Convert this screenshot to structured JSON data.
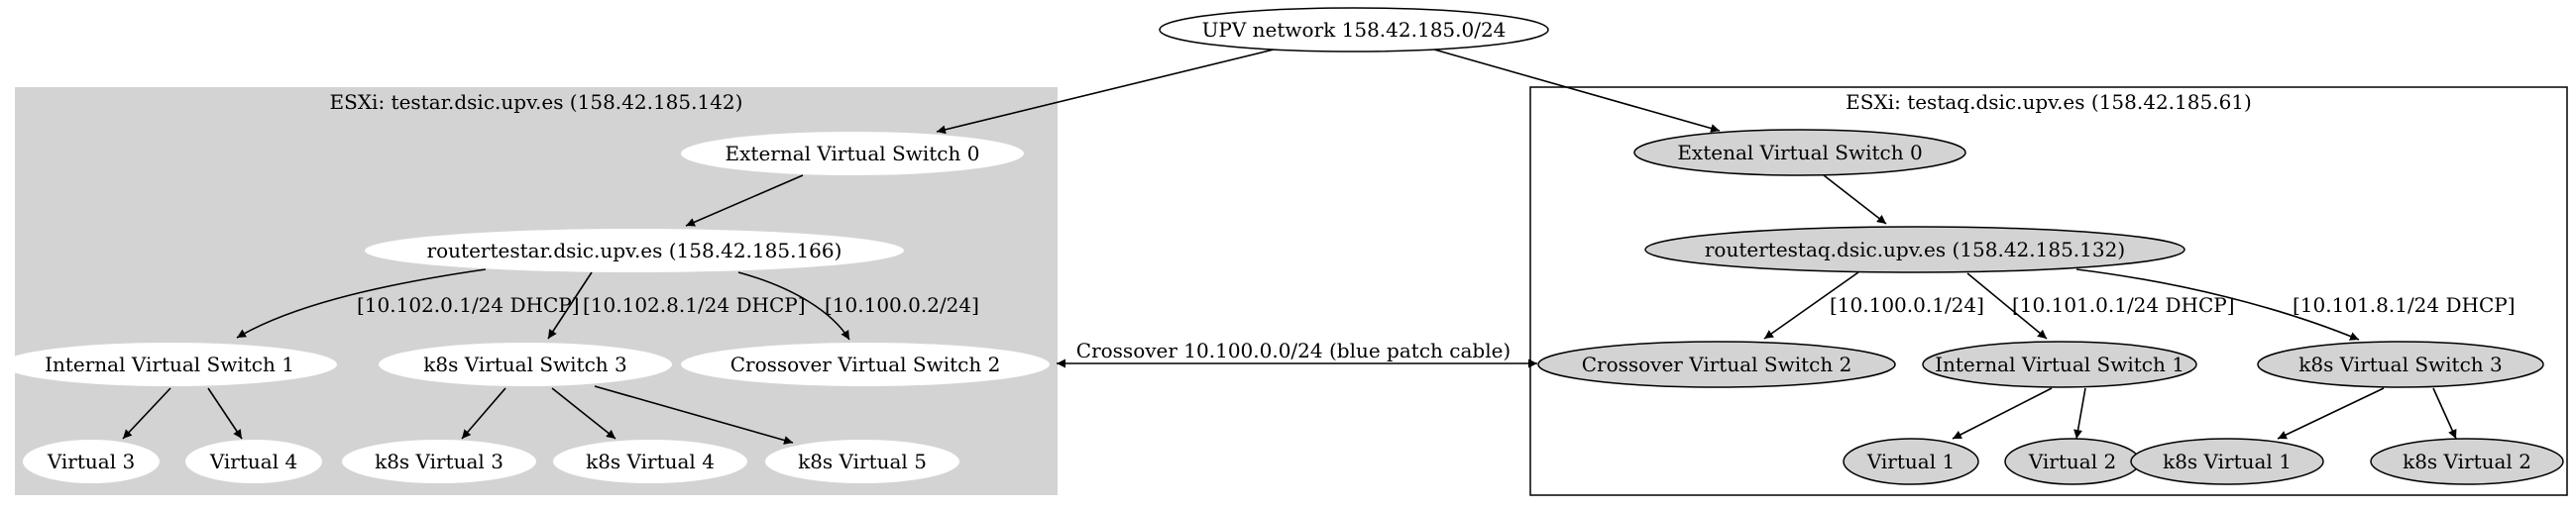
{
  "nodes": {
    "upv_network": "UPV network 158.42.185.0/24",
    "testar": {
      "cluster_title": "ESXi: testar.dsic.upv.es (158.42.185.142)",
      "external_switch": "External Virtual Switch 0",
      "router": "routertestar.dsic.upv.es (158.42.185.166)",
      "internal_switch": "Internal Virtual Switch 1",
      "k8s_switch": "k8s Virtual Switch 3",
      "crossover_switch": "Crossover Virtual Switch 2",
      "virtual_a": "Virtual 3",
      "virtual_b": "Virtual 4",
      "k8s_a": "k8s Virtual 3",
      "k8s_b": "k8s Virtual 4",
      "k8s_c": "k8s Virtual 5"
    },
    "testaq": {
      "cluster_title": "ESXi: testaq.dsic.upv.es (158.42.185.61)",
      "external_switch": "Extenal Virtual Switch 0",
      "router": "routertestaq.dsic.upv.es (158.42.185.132)",
      "crossover_switch": "Crossover Virtual Switch 2",
      "internal_switch": "Internal Virtual Switch 1",
      "k8s_switch": "k8s Virtual Switch 3",
      "virtual_a": "Virtual 1",
      "virtual_b": "Virtual 2",
      "k8s_a": "k8s Virtual 1",
      "k8s_b": "k8s Virtual 2"
    }
  },
  "edge_labels": {
    "testar_internal": "[10.102.0.1/24 DHCP]",
    "testar_k8s": "[10.102.8.1/24 DHCP]",
    "testar_crossover": "[10.100.0.2/24]",
    "testaq_crossover": "[10.100.0.1/24]",
    "testaq_internal": "[10.101.0.1/24 DHCP]",
    "testaq_k8s": "[10.101.8.1/24 DHCP]",
    "crossover_link": "Crossover 10.100.0.0/24 (blue patch cable)"
  },
  "colors": {
    "left_cluster_fill": "#d3d3d3",
    "left_node_fill": "#ffffff",
    "right_node_fill": "#d3d3d3",
    "stroke": "#000000"
  }
}
